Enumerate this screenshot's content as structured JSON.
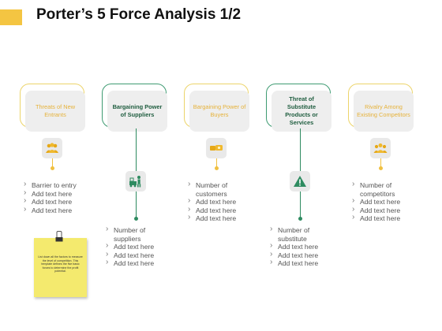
{
  "title": "Porter’s 5 Force Analysis 1/2",
  "forces": [
    {
      "label": "Threats of New Entrants",
      "icon": "people-group-icon",
      "items": [
        "Barrier to entry",
        "Add text here",
        "Add text here",
        "Add text here"
      ]
    },
    {
      "label": "Bargaining Power of Suppliers",
      "icon": "supplier-delivery-icon",
      "items": [
        "Number of suppliers",
        "Add text here",
        "Add text here",
        "Add text here"
      ]
    },
    {
      "label": "Bargaining Power of Buyers",
      "icon": "money-hand-icon",
      "items": [
        "Number of customers",
        "Add text here",
        "Add text here",
        "Add text here"
      ]
    },
    {
      "label": "Threat of Substitute Products or Services",
      "icon": "warning-icon",
      "items": [
        "Number of substitute",
        "Add text here",
        "Add text here",
        "Add text here"
      ]
    },
    {
      "label": "Rivalry Among Existing Competitors",
      "icon": "competitors-group-icon",
      "items": [
        "Number of competitors",
        "Add text here",
        "Add text here",
        "Add text here"
      ]
    }
  ],
  "note": {
    "text": "List down all the factors to measure the level of competition. This template defines the five basic forces to determine the profit potential."
  },
  "colors": {
    "yellow": "#f0c040",
    "green": "#2e8b60",
    "accent": "#f4c542"
  }
}
